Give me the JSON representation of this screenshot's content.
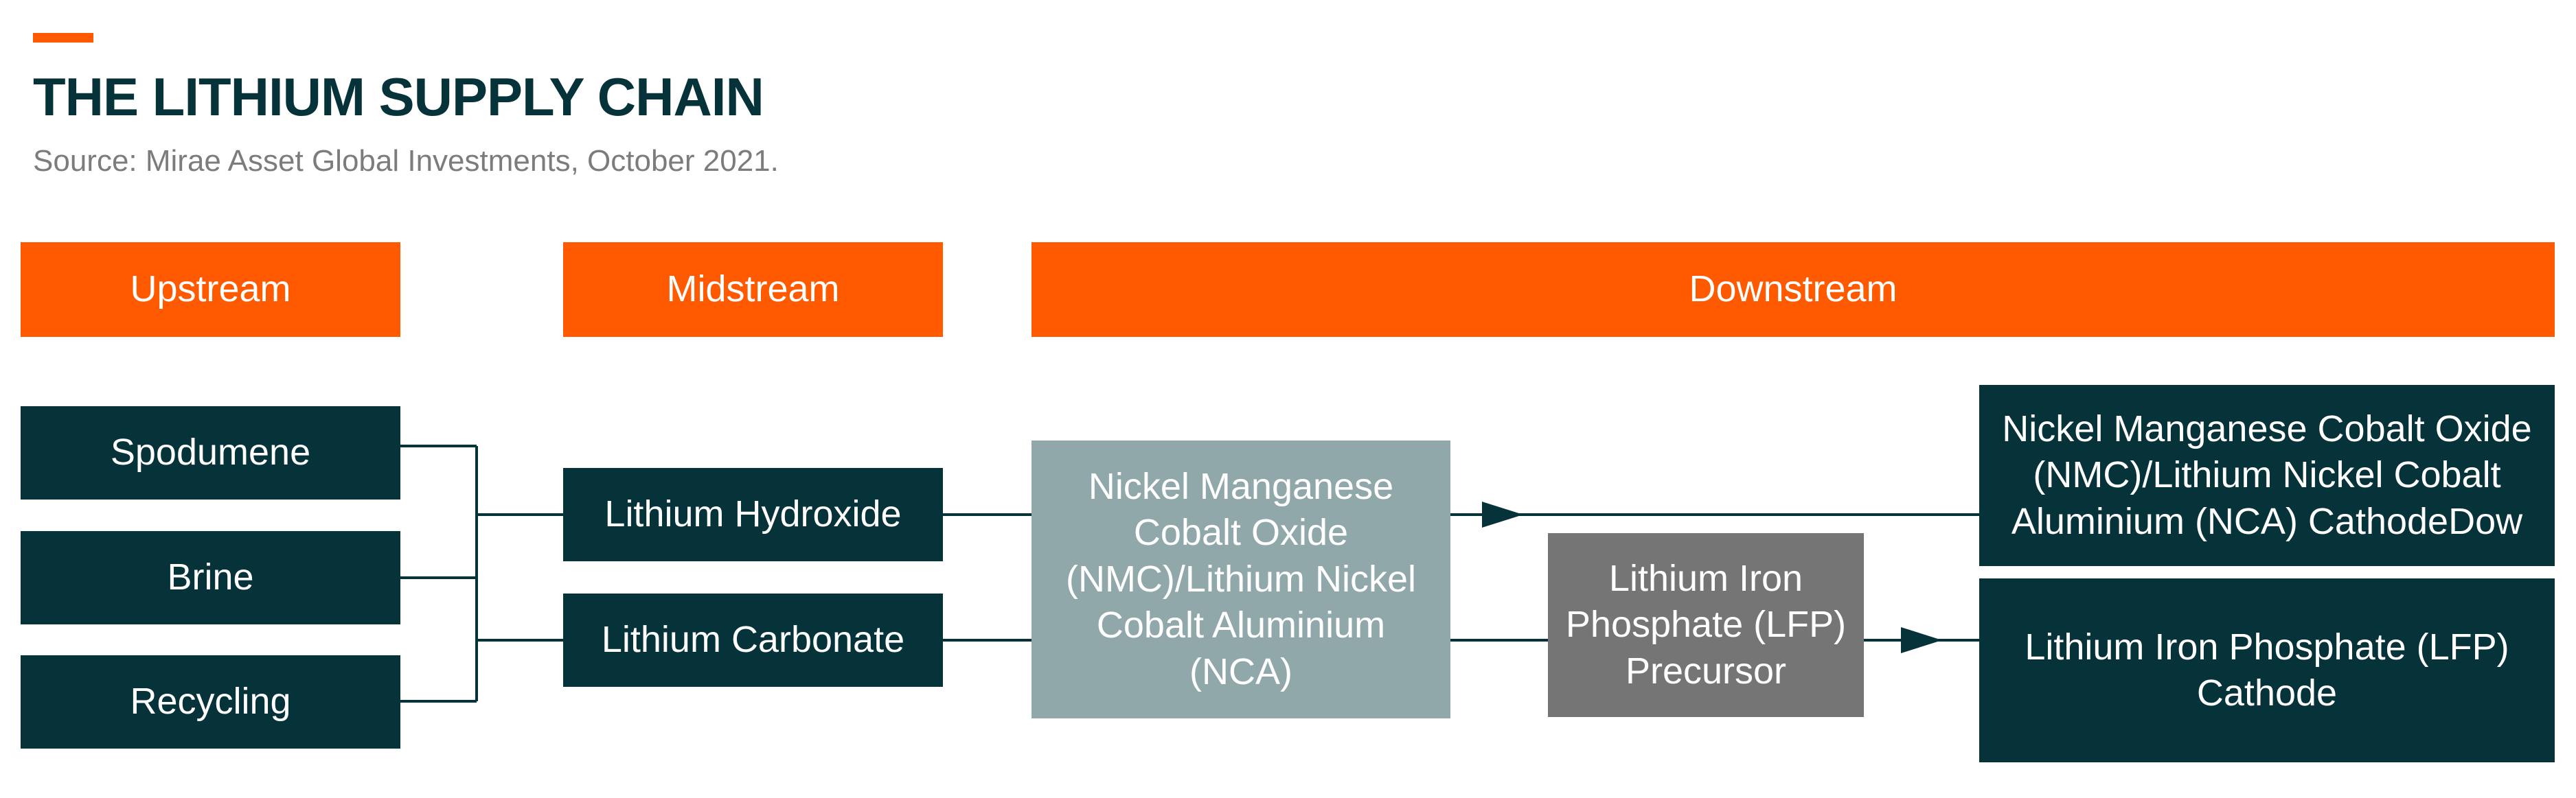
{
  "header": {
    "title": "THE LITHIUM SUPPLY CHAIN",
    "source": "Source: Mirae Asset Global Investments, October 2021."
  },
  "stages": {
    "upstream": "Upstream",
    "midstream": "Midstream",
    "downstream": "Downstream"
  },
  "nodes": {
    "spodumene": "Spodumene",
    "brine": "Brine",
    "recycling": "Recycling",
    "lithium_hydroxide": "Lithium Hydroxide",
    "lithium_carbonate": "Lithium Carbonate",
    "nmc_nca_precursor": "Nickel Manganese\nCobalt Oxide\n(NMC)/Lithium Nickel\nCobalt Aluminium\n(NCA)",
    "lfp_precursor": "Lithium Iron\nPhosphate (LFP)\nPrecursor",
    "nmc_nca_cathode": "Nickel Manganese Cobalt Oxide\n(NMC)/Lithium Nickel Cobalt\nAluminium (NCA) CathodeDow",
    "lfp_cathode": "Lithium Iron Phosphate (LFP)\nCathode"
  },
  "colors": {
    "stage_orange": "#ff5a00",
    "node_dark": "#06323a",
    "node_light": "#91a8ab",
    "node_grey": "#757575"
  }
}
